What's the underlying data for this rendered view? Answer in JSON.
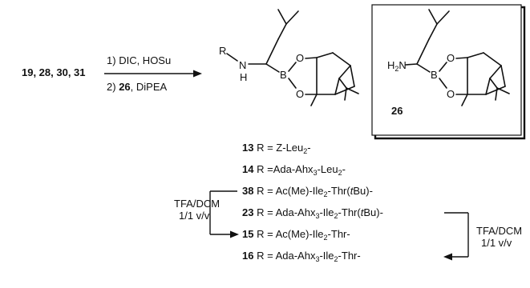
{
  "reactants": "19, 28, 30, 31",
  "conditions": {
    "step1_num": "1)",
    "step1_reagents": "DIC, HOSu",
    "step2_num": "2)",
    "step2_compound": "26",
    "step2_reagents": ", DiPEA"
  },
  "product_atoms": {
    "R": "R",
    "N": "N",
    "H": "H",
    "B": "B",
    "O1": "O",
    "O2": "O"
  },
  "boxed_compound": {
    "number": "26",
    "H2N": "H",
    "sub2": "2",
    "N": "N",
    "B": "B",
    "O1": "O",
    "O2": "O"
  },
  "r_list": [
    {
      "num": "13",
      "eq": " R = ",
      "text": "Z-Leu",
      "sub": "2",
      "rest": "-"
    },
    {
      "num": "14",
      "eq": " R =",
      "text": "Ada-Ahx",
      "sub": "3",
      "rest": "-Leu",
      "sub2": "2",
      "rest2": "-"
    },
    {
      "num": "38",
      "eq": " R = ",
      "text": "Ac(Me)-Ile",
      "sub": "2",
      "rest": "-Thr(",
      "ital": "t",
      "rest2": "Bu)-"
    },
    {
      "num": "23",
      "eq": " R = ",
      "text": "Ada-Ahx",
      "sub": "3",
      "rest": "-Ile",
      "sub2": "2",
      "rest2": "-Thr(",
      "ital": "t",
      "rest3": "Bu)-"
    },
    {
      "num": "15",
      "eq": " R = ",
      "text": "Ac(Me)-Ile",
      "sub": "2",
      "rest": "-Thr-"
    },
    {
      "num": "16",
      "eq": " R = ",
      "text": "Ada-Ahx",
      "sub": "3",
      "rest": "-Ile",
      "sub2": "2",
      "rest2": "-Thr-"
    }
  ],
  "deprotection_left": {
    "line1": "TFA/DCM",
    "line2": "1/1 v/v"
  },
  "deprotection_right": {
    "line1": "TFA/DCM",
    "line2": "1/1 v/v"
  }
}
